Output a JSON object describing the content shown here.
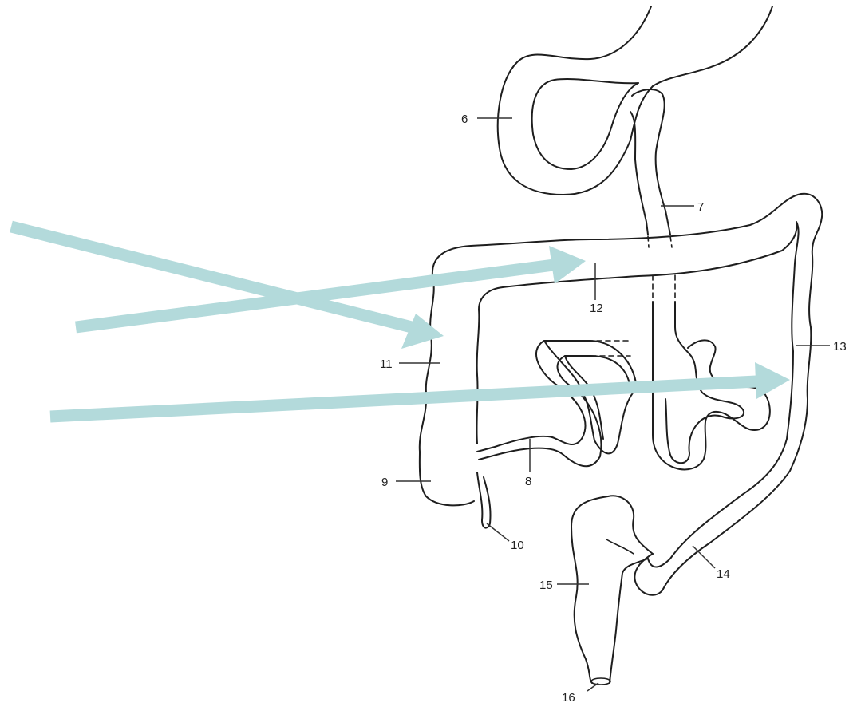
{
  "labels": {
    "l6": "6",
    "l7": "7",
    "l8": "8",
    "l9": "9",
    "l10": "10",
    "l11": "11",
    "l12": "12",
    "l13": "13",
    "l14": "14",
    "l15": "15",
    "l16": "16"
  },
  "colors": {
    "arrow": "#b3dadb",
    "outline": "#1e1e1e"
  },
  "arrows": [
    {
      "name": "arrow-to-ascending-colon"
    },
    {
      "name": "arrow-to-transverse-colon"
    },
    {
      "name": "arrow-to-descending-colon"
    }
  ]
}
